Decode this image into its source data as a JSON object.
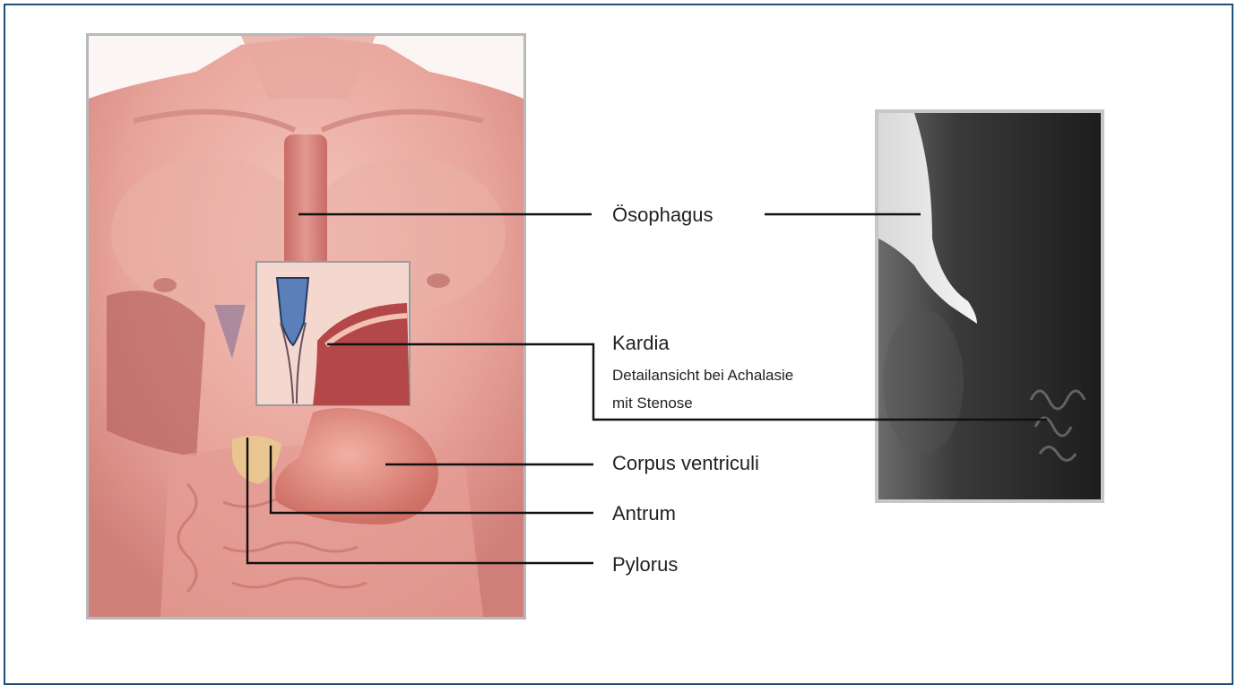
{
  "colors": {
    "border_frame": "#1e4f7a",
    "panel_border": "#b9b9b9",
    "skin": "#e9a29a",
    "leader_line": "#111111",
    "label_text": "#222222"
  },
  "labels": {
    "esophagus": "Ösophagus",
    "cardia": "Kardia",
    "cardia_detail_line1": "Detailansicht bei Achalasie",
    "cardia_detail_line2": "mit Stenose",
    "corpus": "Corpus ventriculi",
    "antrum": "Antrum",
    "pylorus": "Pylorus"
  },
  "images": {
    "anatomy": "anatomical-torso-illustration",
    "xray": "barium-swallow-xray"
  }
}
